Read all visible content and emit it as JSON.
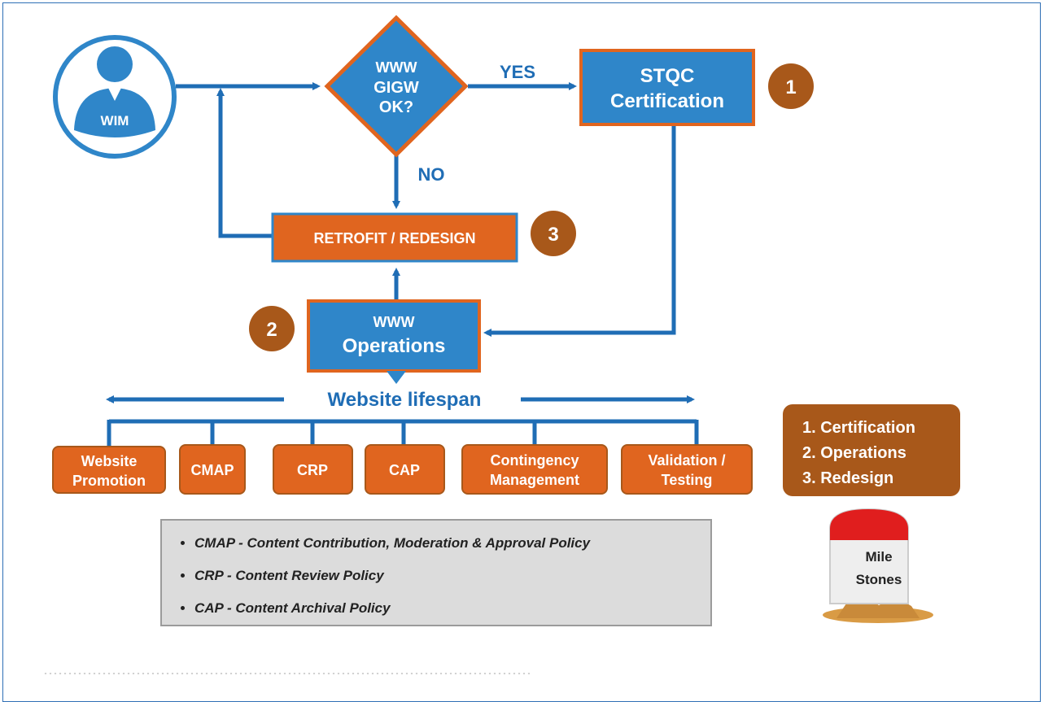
{
  "user_badge": {
    "label": "WIM"
  },
  "decision": {
    "line1": "WWW",
    "line2": "GIGW",
    "line3": "OK?",
    "yes_label": "YES",
    "no_label": "NO"
  },
  "stqc": {
    "line1": "STQC",
    "line2": "Certification",
    "step": "1"
  },
  "retrofit": {
    "label": "RETROFIT / REDESIGN",
    "step": "3"
  },
  "operations": {
    "line1": "WWW",
    "line2": "Operations",
    "step": "2"
  },
  "lifespan": {
    "label": "Website lifespan"
  },
  "activities": [
    {
      "line1": "Website",
      "line2": "Promotion"
    },
    {
      "line1": "CMAP",
      "line2": ""
    },
    {
      "line1": "CRP",
      "line2": ""
    },
    {
      "line1": "CAP",
      "line2": ""
    },
    {
      "line1": "Contingency",
      "line2": "Management"
    },
    {
      "line1": "Validation /",
      "line2": "Testing"
    }
  ],
  "policies": [
    "CMAP - Content Contribution, Moderation & Approval Policy",
    "CRP - Content Review Policy",
    "CAP - Content Archival Policy"
  ],
  "milestones_legend": [
    "1. Certification",
    "2. Operations",
    "3. Redesign"
  ],
  "milestone_sign": {
    "line1": "Mile",
    "line2": "Stones"
  },
  "colors": {
    "blue": "#2f86c9",
    "orange": "#e0651f",
    "brown": "#a8581a",
    "line_blue": "#1f6db5"
  }
}
